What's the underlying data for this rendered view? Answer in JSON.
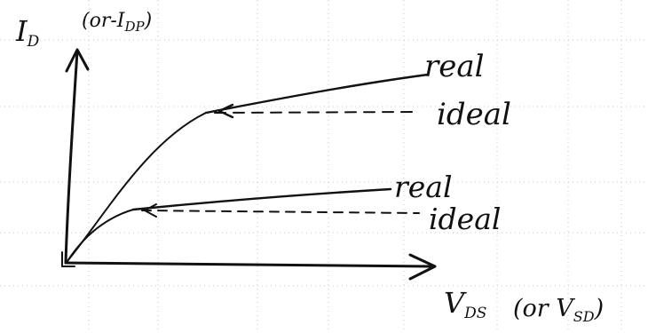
{
  "diagram": {
    "y_axis_label": "I",
    "y_axis_label_sub": "D",
    "y_axis_label_note": "(or-I",
    "y_axis_label_note_sub": "DP",
    "y_axis_label_note_close": ")",
    "x_axis_label": "V",
    "x_axis_label_sub": "DS",
    "x_axis_label_note": "(or V",
    "x_axis_label_note_sub": "SD",
    "x_axis_label_note_close": ")",
    "curves": [
      {
        "real_label": "real",
        "ideal_label": "ideal"
      },
      {
        "real_label": "real",
        "ideal_label": "ideal"
      }
    ],
    "ink_color": "#111111"
  }
}
